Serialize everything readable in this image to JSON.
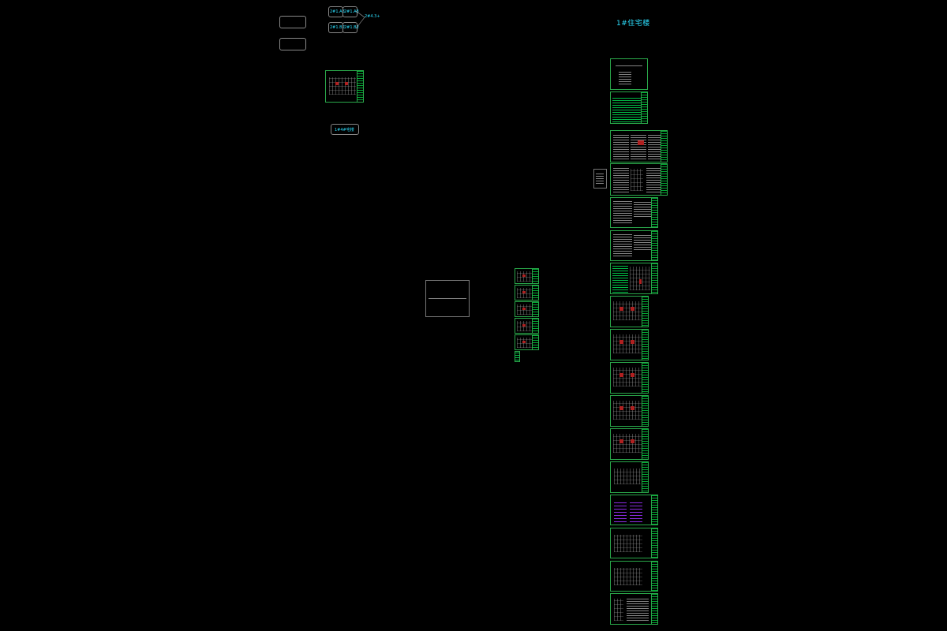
{
  "canvas": {
    "background": "#000000",
    "accent": "#2de0ff",
    "frame": "#2aa84a"
  },
  "labels": {
    "main_title": "1#住宅楼",
    "unit_a1": "2#1.A8",
    "unit_a2": "2#1.A8",
    "unit_b1": "2#1.B2",
    "unit_b2": "2#1.B2",
    "combined": "2#4.3+",
    "block_label": "1#4#宅楼"
  }
}
